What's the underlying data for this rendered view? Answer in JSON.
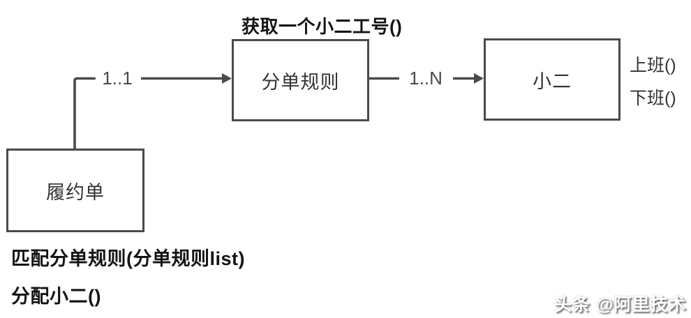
{
  "title": "获取一个小二工号()",
  "boxes": {
    "split_rule": "分单规则",
    "assistant": "小二",
    "fulfillment_order": "履约单"
  },
  "connectors": {
    "fulfillment_to_rule": {
      "multiplicity": "1..1"
    },
    "rule_to_assistant": {
      "multiplicity": "1..N"
    }
  },
  "assistant_methods": [
    "上班()",
    "下班()"
  ],
  "fulfillment_methods": [
    "匹配分单规则(分单规则list)",
    "分配小二()"
  ],
  "watermark": "头条 @阿里技术",
  "colors": {
    "line": "#4a4a4d",
    "box_text": "#333333",
    "heading_text": "#141414",
    "watermark_text": "#ffffff",
    "watermark_shadow": "#464646",
    "background": "#ffffff"
  }
}
